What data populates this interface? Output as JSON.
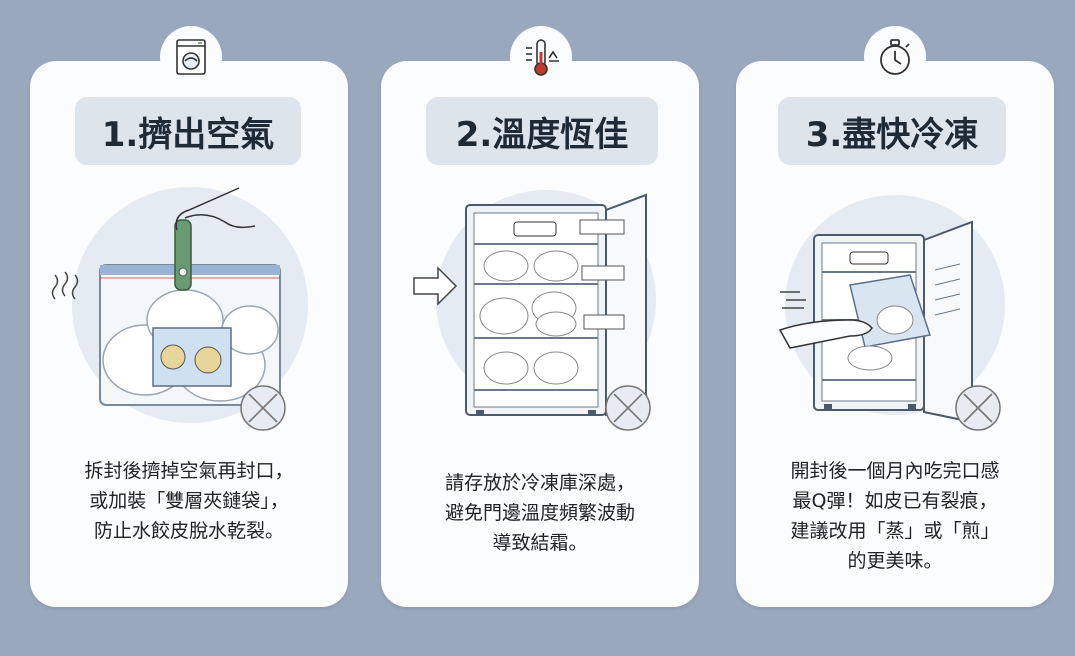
{
  "colors": {
    "background": "#9aa8bd",
    "card": "#fbfcfd",
    "title_bg": "#dde4ec",
    "title_text": "#1e2a36",
    "accent_green": "#6a9a72"
  },
  "steps": [
    {
      "icon": "freezer-bag-icon",
      "title": "1.擠出空氣",
      "lines": [
        "拆封後擠掉空氣再封口，",
        "或加裝「雙層夾鏈袋」，",
        "防止水餃皮脫水乾裂。"
      ]
    },
    {
      "icon": "thermometer-icon",
      "title": "2.溫度恆佳",
      "lines": [
        "請存放於冷凍庫深處，",
        "避免門邊溫度頻繁波動",
        "導致結霜。"
      ]
    },
    {
      "icon": "stopwatch-icon",
      "title": "3.盡快冷凍",
      "lines": [
        "開封後一個月內吃完口感",
        "最Q彈！如皮已有裂痕，",
        "建議改用「蒸」或「煎」",
        "的更美味。"
      ]
    }
  ]
}
